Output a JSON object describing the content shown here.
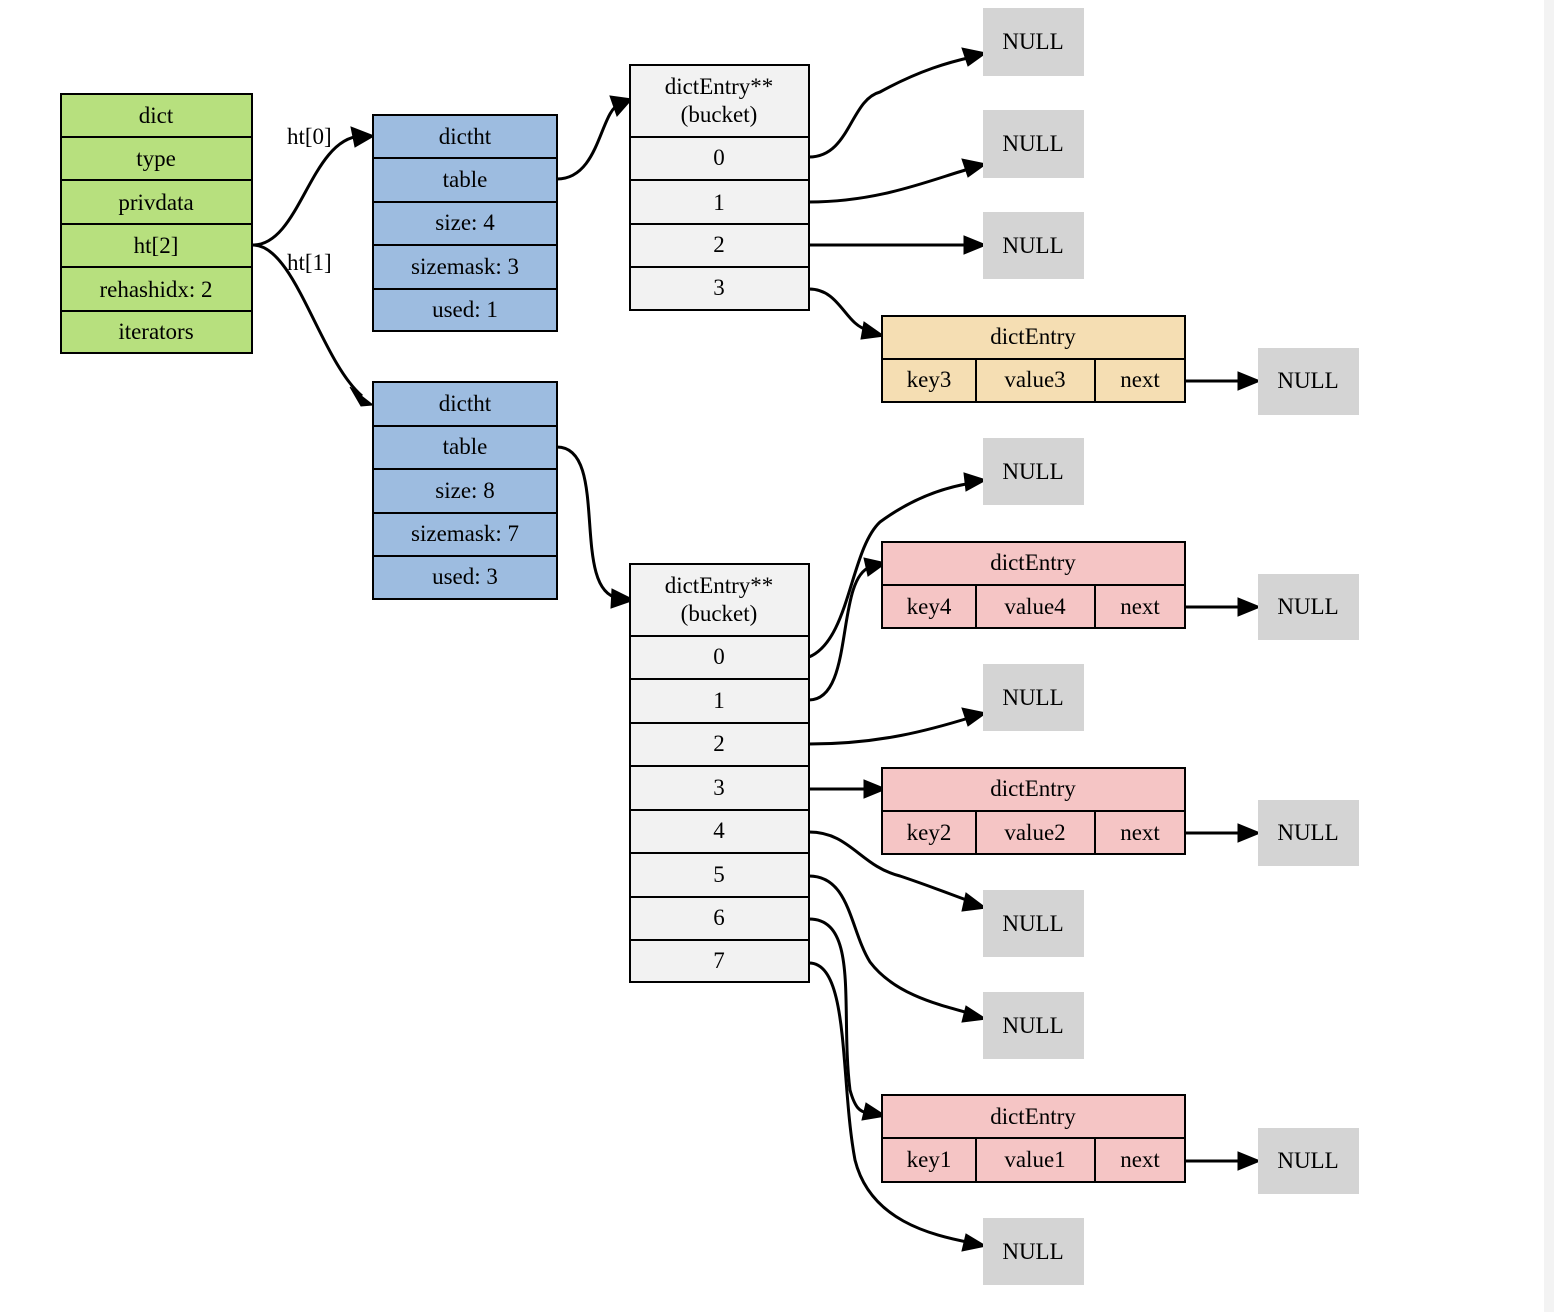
{
  "colors": {
    "dict": "#b7e07e",
    "dictht": "#9dbce0",
    "bucket": "#f2f2f2",
    "entry_old": "#f5deb3",
    "entry_new": "#f5c5c5",
    "null_box": "#d4d4d4"
  },
  "dict": {
    "title": "dict",
    "fields": [
      "type",
      "privdata",
      "ht[2]",
      "rehashidx: 2",
      "iterators"
    ]
  },
  "edge_labels": {
    "ht0": "ht[0]",
    "ht1": "ht[1]"
  },
  "ht0": {
    "title": "dictht",
    "fields": [
      "table",
      "size: 4",
      "sizemask: 3",
      "used: 1"
    ]
  },
  "ht1": {
    "title": "dictht",
    "fields": [
      "table",
      "size: 8",
      "sizemask: 7",
      "used: 3"
    ]
  },
  "bucket0": {
    "title_line1": "dictEntry**",
    "title_line2": "(bucket)",
    "slots": [
      "0",
      "1",
      "2",
      "3"
    ]
  },
  "bucket1": {
    "title_line1": "dictEntry**",
    "title_line2": "(bucket)",
    "slots": [
      "0",
      "1",
      "2",
      "3",
      "4",
      "5",
      "6",
      "7"
    ]
  },
  "entries": {
    "key3": {
      "title": "dictEntry",
      "key": "key3",
      "value": "value3",
      "next": "next"
    },
    "key4": {
      "title": "dictEntry",
      "key": "key4",
      "value": "value4",
      "next": "next"
    },
    "key2": {
      "title": "dictEntry",
      "key": "key2",
      "value": "value2",
      "next": "next"
    },
    "key1": {
      "title": "dictEntry",
      "key": "key1",
      "value": "value1",
      "next": "next"
    }
  },
  "null_label": "NULL"
}
